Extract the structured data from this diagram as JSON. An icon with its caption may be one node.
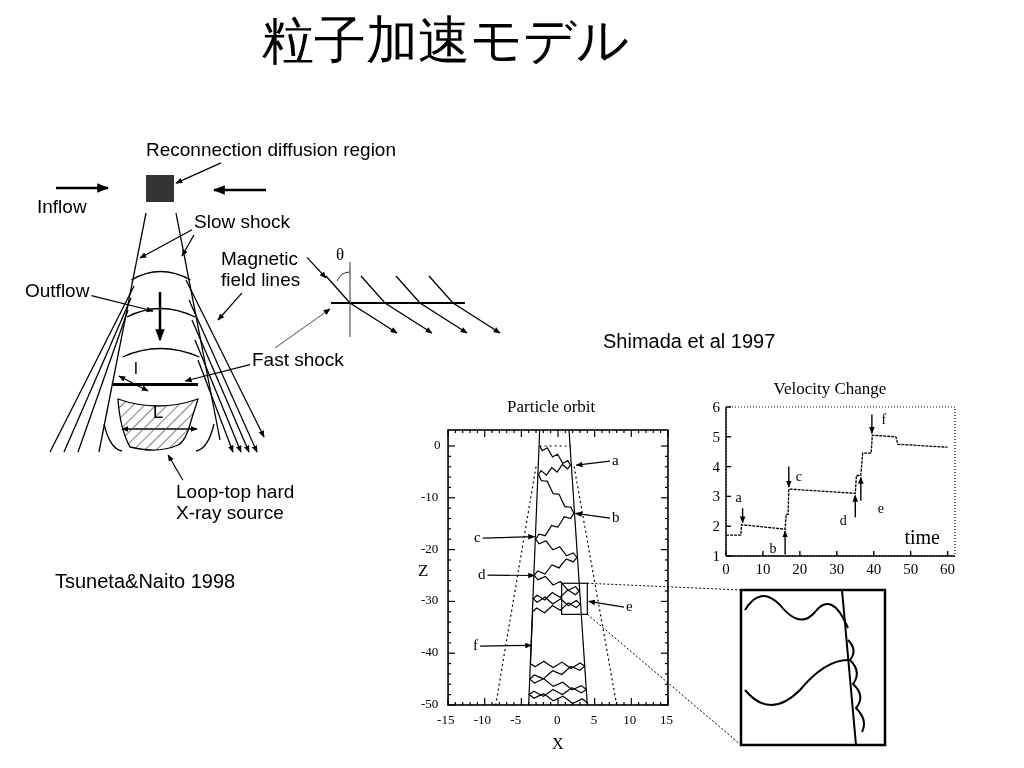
{
  "diagram": {
    "title": "粒子加速モデル",
    "nodes": [
      {
        "text": [
          "Reconnection diffusion region"
        ]
      },
      {
        "text": [],
        "shape": "box"
      },
      {
        "text": [
          "Slow shock"
        ]
      },
      {
        "text": [
          "Magnetic field lines"
        ]
      },
      {
        "text": [
          "Outflow"
        ]
      },
      {
        "text": [
          "Fast shock"
        ]
      },
      {
        "text": [
          "Loop-top hard X-ray source"
        ]
      },
      {
        "text": [
          "a"
        ]
      },
      {
        "text": [
          "b"
        ]
      },
      {
        "text": [
          "c"
        ]
      },
      {
        "text": [
          "d"
        ]
      },
      {
        "text": [
          "e"
        ]
      },
      {
        "text": [
          "f"
        ]
      },
      {
        "text": [
          "L"
        ]
      },
      {
        "text": [],
        "shape": "bar"
      }
    ],
    "edges": [
      {
        "from": 0,
        "to": 1,
        "arrow": "to"
      },
      {
        "from": 2,
        "to": null,
        "arrow": "to"
      },
      {
        "from": 2,
        "to": null,
        "arrow": "to"
      },
      {
        "from": 3,
        "to": null,
        "arrow": "to"
      },
      {
        "from": 3,
        "to": null,
        "arrow": "to"
      },
      {
        "from": 4,
        "to": null,
        "arrow": "to"
      },
      {
        "from": 5,
        "to": 14,
        "arrow": "to"
      },
      {
        "from": 5,
        "to": null,
        "arrow": "to"
      },
      {
        "from": 6,
        "to": 13,
        "arrow": "to"
      },
      {
        "from": 7,
        "to": null,
        "arrow": "to"
      },
      {
        "from": 8,
        "to": null,
        "arrow": "to"
      },
      {
        "from": 9,
        "to": null,
        "arrow": "to"
      },
      {
        "from": 10,
        "to": null,
        "arrow": "to"
      },
      {
        "from": 11,
        "to": null,
        "arrow": "to"
      },
      {
        "from": 12,
        "to": null,
        "arrow": "to"
      }
    ],
    "labels": [
      "Inflow",
      "θ",
      "l",
      "Tsuneta&Naito 1998",
      "Shimada et al 1997",
      "Particle orbit",
      "0",
      "-10",
      "-20",
      "-30",
      "-40",
      "-50",
      "Z",
      "-15",
      "-10",
      "-5",
      "0",
      "5",
      "10",
      "15",
      "X"
    ],
    "chart_data": {
      "type": "line",
      "title": "Velocity Change",
      "xlabel": "time",
      "x": [
        0,
        4,
        4.2,
        16,
        16.3,
        16.8,
        17,
        35,
        35.3,
        36.5,
        37,
        39.3,
        39.6,
        46,
        46.5,
        60
      ],
      "series": [
        {
          "color": "#000000",
          "line_style": "dashed",
          "values": [
            1.7,
            1.7,
            2.05,
            1.9,
            2.4,
            2.4,
            3.25,
            3.1,
            3.7,
            3.7,
            4.45,
            4.45,
            5.05,
            5.0,
            4.75,
            4.65
          ]
        }
      ],
      "xlim": [
        0,
        62
      ],
      "ylim": [
        1,
        6
      ],
      "xticks": [
        0,
        10,
        20,
        30,
        40,
        50,
        60
      ],
      "yticks": [
        1,
        2,
        3,
        4,
        5,
        6
      ],
      "annotations": [
        {
          "text": "a",
          "x": 4.5,
          "y": 2.05
        },
        {
          "text": "b",
          "x": 16,
          "y": 1.9
        },
        {
          "text": "c",
          "x": 17,
          "y": 3.25
        },
        {
          "text": "d",
          "x": 35,
          "y": 3.1
        },
        {
          "text": "e",
          "x": 36.5,
          "y": 3.7
        },
        {
          "text": "f",
          "x": 39.5,
          "y": 5.05
        }
      ]
    }
  }
}
